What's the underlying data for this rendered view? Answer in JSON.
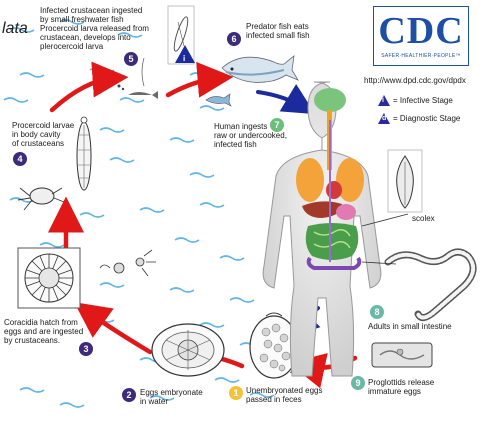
{
  "corner_text": "lata",
  "logo": {
    "letters": "CDC",
    "tagline": "SAFER·HEALTHIER·PEOPLE™"
  },
  "url": "http://www.dpd.cdc.gov/dpdx",
  "legend": {
    "infective_symbol": "i",
    "infective": "= Infective Stage",
    "diagnostic_symbol": "d",
    "diagnostic": "= Diagnostic Stage"
  },
  "stages": [
    {
      "num": "1",
      "lines": [
        "Unembryonated eggs",
        "passed in feces"
      ]
    },
    {
      "num": "2",
      "lines": [
        "Eggs embryonate",
        "in water"
      ]
    },
    {
      "num": "3",
      "lines": [
        "Coracidia hatch from",
        "eggs and are ingested",
        "by crustaceans."
      ]
    },
    {
      "num": "4",
      "lines": [
        "Procercoid larvae",
        "in body cavity",
        "of crustaceans"
      ]
    },
    {
      "num": "5",
      "lines": [
        "Infected crustacean ingested",
        "by small freshwater fish",
        "Procercoid larva released from",
        "crustacean, develops into",
        "plerocercoid larva"
      ]
    },
    {
      "num": "6",
      "lines": [
        "Predator fish eats",
        "infected small fish"
      ]
    },
    {
      "num": "7",
      "lines": [
        "Human ingests",
        "raw or undercooked,",
        "infected fish"
      ]
    },
    {
      "num": "8",
      "lines": [
        "Adults in small intestine"
      ]
    },
    {
      "num": "9",
      "lines": [
        "Proglottids release",
        "immature eggs"
      ]
    }
  ],
  "labels": {
    "scolex": "scolex"
  },
  "stage_marks": {
    "infective": "i",
    "diagnostic": "d"
  }
}
